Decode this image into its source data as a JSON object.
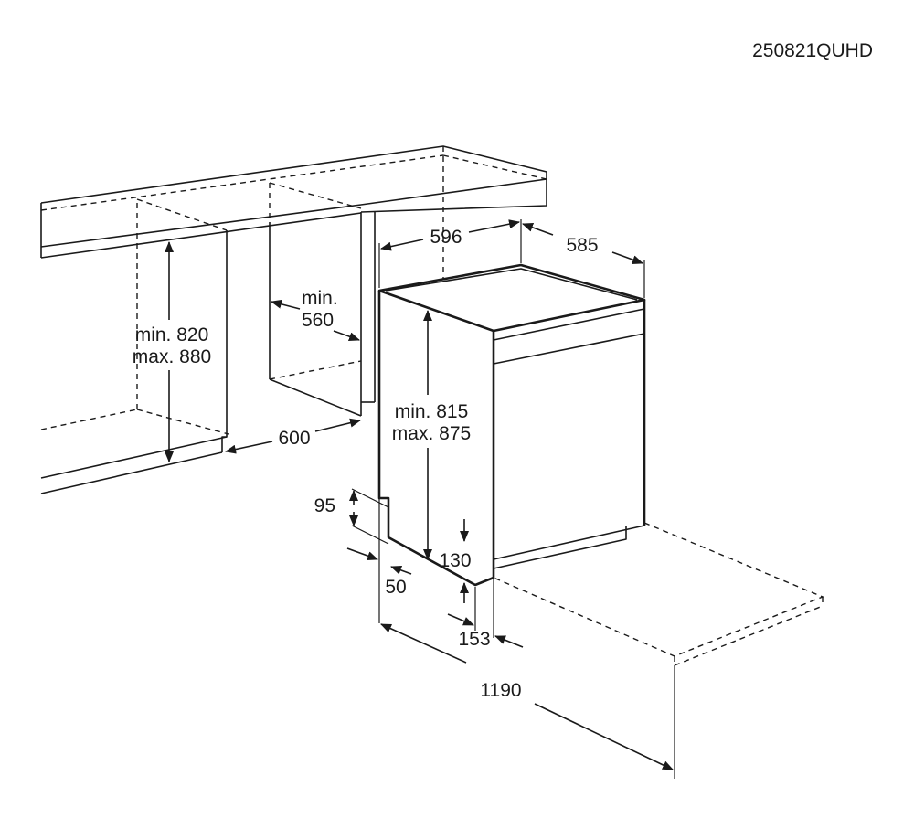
{
  "diagram": {
    "model_code": "250821QUHD",
    "dimensions": {
      "niche_height_min": "min. 820",
      "niche_height_max": "max. 880",
      "niche_width_min": "min.",
      "niche_width_value": "560",
      "niche_depth": "600",
      "appliance_width": "596",
      "appliance_depth": "585",
      "appliance_height_min": "min. 815",
      "appliance_height_max": "max. 875",
      "plinth_height": "95",
      "plinth_depth": "50",
      "foot_height": "130",
      "foot_depth": "153",
      "door_open_depth": "1190"
    }
  }
}
